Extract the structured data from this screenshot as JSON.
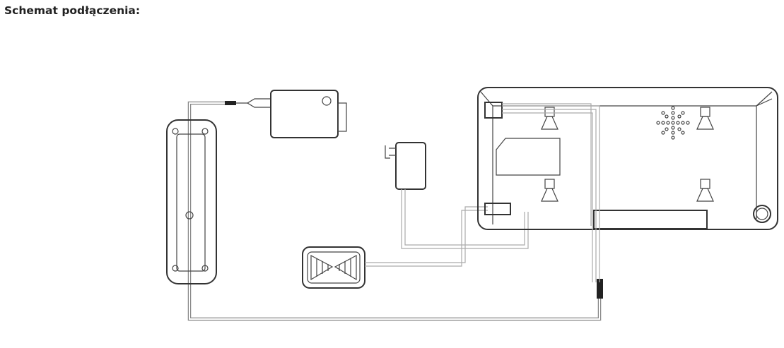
{
  "heading": "Schemat podłączenia:",
  "diagram": {
    "components": [
      "door-handle-panel",
      "electric-lock",
      "power-adapter",
      "motion-sensor",
      "control-unit"
    ],
    "colors": {
      "line": "#333333",
      "cable": "#888888"
    }
  }
}
